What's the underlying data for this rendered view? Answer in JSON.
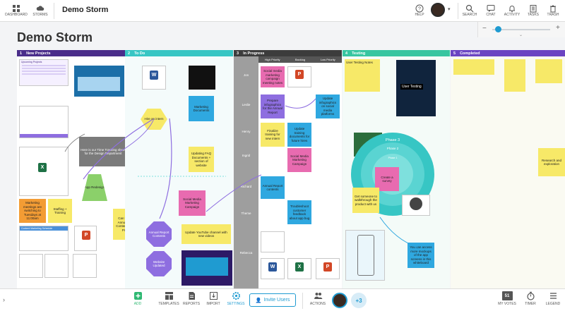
{
  "topbar": {
    "dashboard": "DASHBOARD",
    "storms": "STORMS",
    "title": "Demo Storm",
    "help": "HELP",
    "search": "SEARCH",
    "chat": "CHAT",
    "activity": "ACTIVITY",
    "tasks": "TASKS",
    "trash": "TRASH"
  },
  "board_title": "Demo Storm",
  "lanes": [
    {
      "num": "1",
      "name": "New Projects",
      "color": "#4a2d8a"
    },
    {
      "num": "2",
      "name": "To Do",
      "color": "#37c6c4"
    },
    {
      "num": "3",
      "name": "In Progress",
      "color": "#3c3c3c"
    },
    {
      "num": "4",
      "name": "Testing",
      "color": "#37c6a0"
    },
    {
      "num": "5",
      "name": "Completed",
      "color": "#6b44c2"
    }
  ],
  "priority_headers": [
    "High Priority",
    "Backlog",
    "Low Priority"
  ],
  "people": [
    "Jon",
    "Leslie",
    "Henry",
    "Ingrid",
    "Richard",
    "Theme",
    "Rebecca"
  ],
  "notes": {
    "timetracking": "Here is our Time Tracking sheet for the Design Department",
    "hire": "Hire an intern",
    "marketing_docs": "Marketing Documents",
    "faq": "Updating FAQ Documents + section of website",
    "social_campaign": "Social Media Marketing Campaign",
    "app_redesign": "App Redesign",
    "meetings": "Marketing meetings are switching to Tuesdays at 11:00am",
    "staffing": "Staffing + Training",
    "annual_move": "Can we move Annual Report Contents to High Priority?",
    "annual_contents": "Annual Report Contents",
    "website_updated": "Website Updated",
    "youtube": "Update YouTube channel with new videos",
    "jon_social": "Social media marketing campaign meeting notes",
    "prepare_info": "Prepare infographics for the Annual Report",
    "update_info": "Update infographics on social media platforms",
    "finalize": "Finalize training for new intern",
    "update_training": "Update training documents for future hires",
    "ingrid_social": "Social Media Marketing Campaign",
    "richard_annual": "Annual Report contents",
    "troubleshoot": "Troubleshoot customer feedback about app bug",
    "phase3": "Phase 3",
    "phase2": "Phase 2",
    "phase1": "Phase 1",
    "create_survey": "Create a survey",
    "walkthrough": "Get someone to walkthrough the product with us",
    "access_mockups": "You can access more mockups of the app screens in this whiteboard",
    "research": "Research and exploration",
    "user_testing": "User Testing",
    "upcoming": "Upcoming Projects",
    "content_marketing": "Content Marketing Schedule",
    "testing_notes": "User Testing Notes"
  },
  "bottombar": {
    "add": "ADD",
    "templates": "TEMPLATES",
    "reports": "REPORTS",
    "import": "IMPORT",
    "settings": "SETTINGS",
    "invite": "Invite Users",
    "actions": "ACTIONS",
    "more_users": "+3",
    "votes_count": "51",
    "my_votes": "MY VOTES",
    "timer": "TIMER",
    "legend": "LEGEND"
  },
  "colors": {
    "accent": "#1f9bd1",
    "yellow": "#f7e968",
    "pink": "#e86bb0",
    "purple": "#8e6ee0",
    "blue": "#2fa8e0",
    "orange": "#f39c34",
    "green": "#8bd06a"
  }
}
